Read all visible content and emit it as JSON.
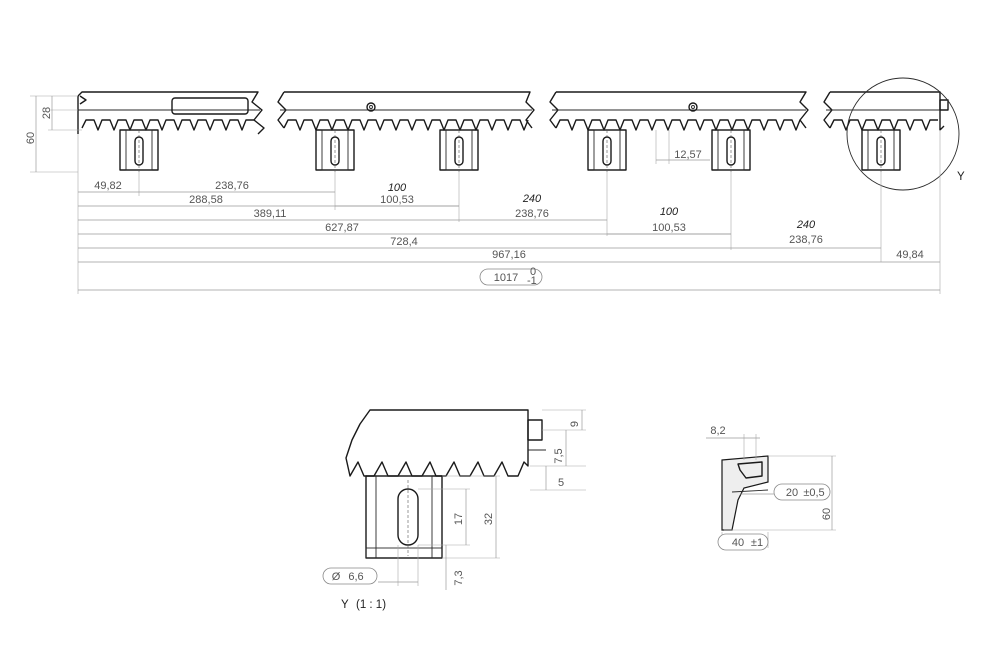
{
  "main_view": {
    "total_length": "1017",
    "total_tol_upper": "0",
    "total_tol_lower": "-1",
    "height": "60",
    "pitch_line": "28",
    "dims": {
      "first_slot": "49,82",
      "slot_gap_a": "238,76",
      "cum_1": "288,58",
      "pitch_100_a": "100",
      "gap_100_53_a": "100,53",
      "cum_2": "389,11",
      "seg_240_a": "240",
      "gap_238_76_b": "238,76",
      "cum_3": "627,87",
      "pitch_100_b": "100",
      "gap_100_53_b": "100,53",
      "slot_width": "12,57",
      "cum_4": "728,4",
      "seg_240_b": "240",
      "gap_238_76_c": "238,76",
      "cum_5": "967,16",
      "last_slot": "49,84"
    },
    "detail_marker": "Y"
  },
  "detail_view": {
    "title": "Y",
    "scale": "(1 : 1)",
    "hole_diameter": "6,6",
    "dims": {
      "d9": "9",
      "d7_5": "7,5",
      "d5": "5",
      "d17": "17",
      "d32": "32",
      "d7_3": "7,3"
    }
  },
  "section_view": {
    "dims": {
      "d8_2": "8,2",
      "width_20": "20",
      "tol_20": "±0,5",
      "height_60": "60",
      "width_40": "40",
      "tol_40": "±1"
    }
  }
}
